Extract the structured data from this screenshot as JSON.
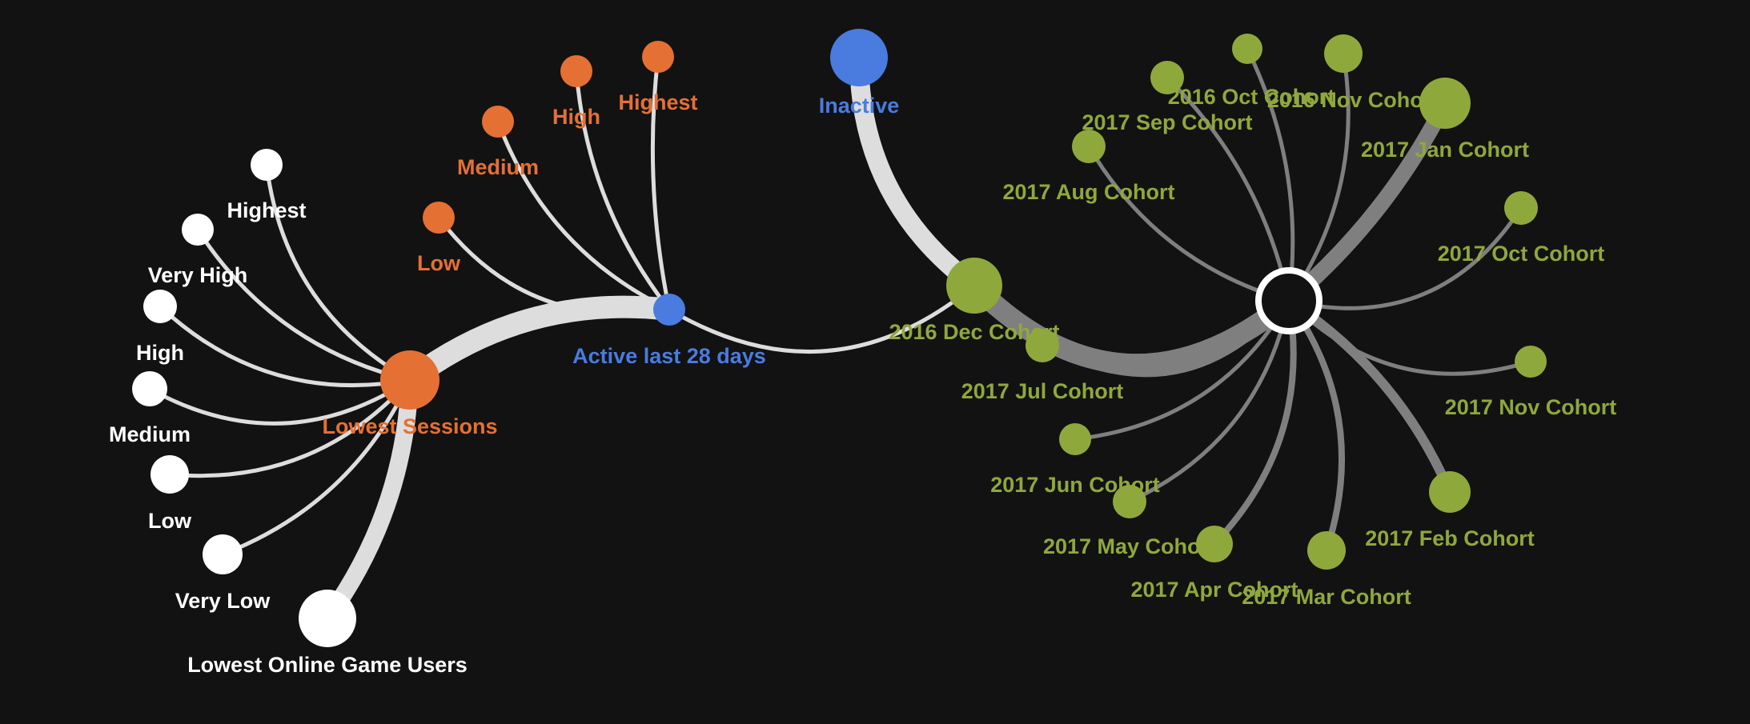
{
  "colors": {
    "background": "#121212",
    "root_ring": "#ffffff",
    "cohort": "#8fa83c",
    "cohort_link": "#7f7f7f",
    "active_status": "#4a7bdf",
    "sessions": "#e57033",
    "users": "#ffffff",
    "light_link": "#dddddd"
  },
  "nodes": [
    {
      "id": "root",
      "label": "",
      "type": "root"
    },
    {
      "id": "c_2016_oct",
      "label": "2016 Oct Cohort",
      "type": "cohort"
    },
    {
      "id": "c_2016_nov",
      "label": "2016 Nov Cohort",
      "type": "cohort"
    },
    {
      "id": "c_2016_dec",
      "label": "2016 Dec Cohort",
      "type": "cohort"
    },
    {
      "id": "c_2017_jan",
      "label": "2017 Jan Cohort",
      "type": "cohort"
    },
    {
      "id": "c_2017_feb",
      "label": "2017 Feb Cohort",
      "type": "cohort"
    },
    {
      "id": "c_2017_mar",
      "label": "2017 Mar Cohort",
      "type": "cohort"
    },
    {
      "id": "c_2017_apr",
      "label": "2017 Apr Cohort",
      "type": "cohort"
    },
    {
      "id": "c_2017_may",
      "label": "2017 May Cohort",
      "type": "cohort"
    },
    {
      "id": "c_2017_jun",
      "label": "2017 Jun Cohort",
      "type": "cohort"
    },
    {
      "id": "c_2017_jul",
      "label": "2017 Jul Cohort",
      "type": "cohort"
    },
    {
      "id": "c_2017_aug",
      "label": "2017 Aug Cohort",
      "type": "cohort"
    },
    {
      "id": "c_2017_sep",
      "label": "2017 Sep Cohort",
      "type": "cohort"
    },
    {
      "id": "c_2017_oct",
      "label": "2017 Oct Cohort",
      "type": "cohort"
    },
    {
      "id": "c_2017_nov",
      "label": "2017 Nov Cohort",
      "type": "cohort"
    },
    {
      "id": "inactive",
      "label": "Inactive",
      "type": "status"
    },
    {
      "id": "active28",
      "label": "Active last 28 days",
      "type": "status"
    },
    {
      "id": "s_low",
      "label": "Low",
      "type": "sessions"
    },
    {
      "id": "s_medium",
      "label": "Medium",
      "type": "sessions"
    },
    {
      "id": "s_high",
      "label": "High",
      "type": "sessions"
    },
    {
      "id": "s_highest",
      "label": "Highest",
      "type": "sessions"
    },
    {
      "id": "s_lowest",
      "label": "Lowest Sessions",
      "type": "sessions"
    },
    {
      "id": "u_highest",
      "label": "Highest",
      "type": "users"
    },
    {
      "id": "u_veryhigh",
      "label": "Very High",
      "type": "users"
    },
    {
      "id": "u_high",
      "label": "High",
      "type": "users"
    },
    {
      "id": "u_medium",
      "label": "Medium",
      "type": "users"
    },
    {
      "id": "u_low",
      "label": "Low",
      "type": "users"
    },
    {
      "id": "u_verylow",
      "label": "Very Low",
      "type": "users"
    },
    {
      "id": "u_lowest",
      "label": "Lowest Online Game Users",
      "type": "users"
    }
  ],
  "links": [
    {
      "source": "root",
      "target": "c_2016_oct"
    },
    {
      "source": "root",
      "target": "c_2016_nov"
    },
    {
      "source": "root",
      "target": "c_2016_dec"
    },
    {
      "source": "root",
      "target": "c_2017_jan"
    },
    {
      "source": "root",
      "target": "c_2017_feb"
    },
    {
      "source": "root",
      "target": "c_2017_mar"
    },
    {
      "source": "root",
      "target": "c_2017_apr"
    },
    {
      "source": "root",
      "target": "c_2017_may"
    },
    {
      "source": "root",
      "target": "c_2017_jun"
    },
    {
      "source": "root",
      "target": "c_2017_jul"
    },
    {
      "source": "root",
      "target": "c_2017_aug"
    },
    {
      "source": "root",
      "target": "c_2017_sep"
    },
    {
      "source": "root",
      "target": "c_2017_oct"
    },
    {
      "source": "root",
      "target": "c_2017_nov"
    },
    {
      "source": "c_2016_dec",
      "target": "inactive"
    },
    {
      "source": "c_2016_dec",
      "target": "active28"
    },
    {
      "source": "active28",
      "target": "s_low"
    },
    {
      "source": "active28",
      "target": "s_medium"
    },
    {
      "source": "active28",
      "target": "s_high"
    },
    {
      "source": "active28",
      "target": "s_highest"
    },
    {
      "source": "active28",
      "target": "s_lowest"
    },
    {
      "source": "s_lowest",
      "target": "u_highest"
    },
    {
      "source": "s_lowest",
      "target": "u_veryhigh"
    },
    {
      "source": "s_lowest",
      "target": "u_high"
    },
    {
      "source": "s_lowest",
      "target": "u_medium"
    },
    {
      "source": "s_lowest",
      "target": "u_low"
    },
    {
      "source": "s_lowest",
      "target": "u_verylow"
    },
    {
      "source": "s_lowest",
      "target": "u_lowest"
    }
  ]
}
